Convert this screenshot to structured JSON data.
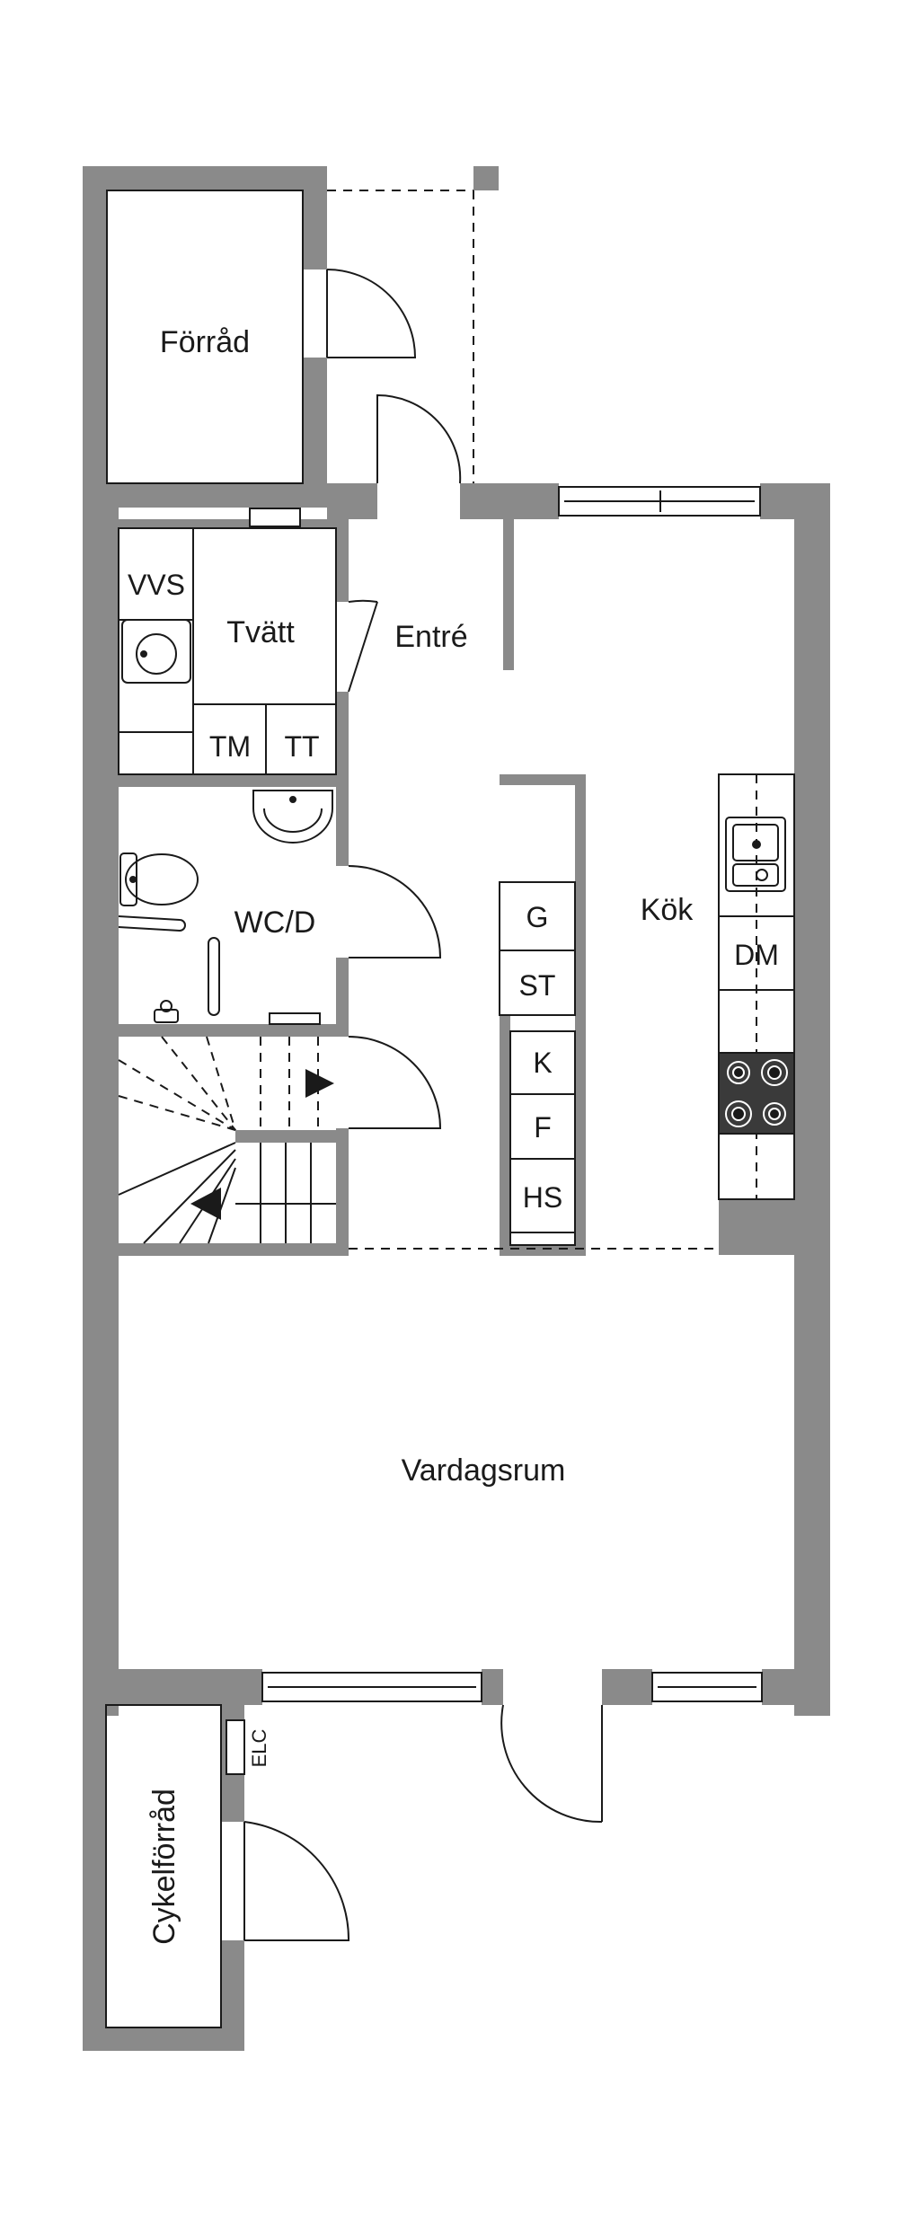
{
  "rooms": {
    "forrad": "Förråd",
    "tvatt": "Tvätt",
    "entre": "Entré",
    "wc": "WC/D",
    "kok": "Kök",
    "vardagsrum": "Vardagsrum",
    "cykelforrad": "Cykelförråd"
  },
  "fixtures": {
    "vvs": "VVS",
    "tm": "TM",
    "tt": "TT",
    "g": "G",
    "st": "ST",
    "k": "K",
    "f": "F",
    "hs": "HS",
    "dm": "DM",
    "elc": "ELC"
  },
  "colors": {
    "wall": "#8a8a8a",
    "line": "#1a1a1a",
    "background": "#ffffff"
  }
}
